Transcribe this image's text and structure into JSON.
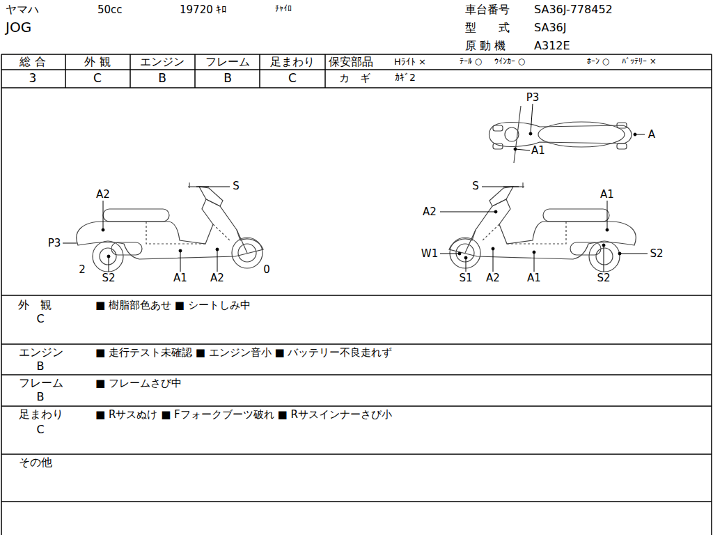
{
  "diagram": {
    "labels": [
      "ヤマハ",
      "50cc",
      "19720 ｷﾛ",
      "ﾁｬｲﾛ",
      "車台番号",
      "SA36J-778452",
      "JOG",
      "型　　式",
      "SA36J",
      "原 動 機",
      "A312E",
      "総 合",
      "外 観",
      "エンジン",
      "フレーム",
      "足まわり",
      "保安部品",
      "Hﾗｲﾄ ×",
      "ﾃｰﾙ ○",
      "ｳｲﾝｶｰ ○",
      "ﾎｰﾝ ○",
      "ﾊﾞｯﾃﾘｰ ×",
      "3",
      "C",
      "B",
      "B",
      "C",
      "カ　ギ",
      "ｶｷﾞ2",
      "P3",
      "A",
      "A1",
      "A2",
      "P3",
      "2",
      "S2",
      "A1",
      "A2",
      "0",
      "S",
      "S",
      "A1",
      "A2",
      "W1",
      "S1",
      "A2",
      "A1",
      "S2",
      "S2",
      "外　観",
      "C",
      "■ 樹脂部色あせ ■ シートしみ中",
      "エンジン",
      "B",
      "■ 走行テスト未確認 ■ エンジン音小 ■ バッテリー不良走れず",
      "フレーム",
      "B",
      "■ フレームさび中",
      "足まわり",
      "C",
      "■ Rサスぬけ ■ Fフォークブーツ破れ ■ Rサスインナーさび小",
      "その他"
    ]
  }
}
